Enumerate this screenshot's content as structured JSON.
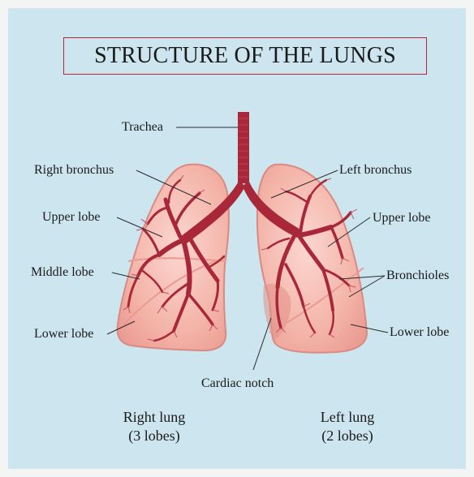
{
  "title": "STRUCTURE OF THE LUNGS",
  "labels": {
    "trachea": "Trachea",
    "right_bronchus": "Right bronchus",
    "left_bronchus": "Left bronchus",
    "upper_lobe_right": "Upper lobe",
    "upper_lobe_left": "Upper lobe",
    "middle_lobe": "Middle lobe",
    "bronchioles": "Bronchioles",
    "lower_lobe_right": "Lower lobe",
    "lower_lobe_left": "Lower lobe",
    "cardiac_notch": "Cardiac notch"
  },
  "captions": {
    "right_lung": "Right lung",
    "right_lobes": "(3 lobes)",
    "left_lung": "Left lung",
    "left_lobes": "(2 lobes)"
  },
  "colors": {
    "background": "#cde5ef",
    "lung_fill": "#f3b5aa",
    "lung_outline": "#d98a82",
    "airway": "#a8283a",
    "title_border": "#b2283a"
  }
}
